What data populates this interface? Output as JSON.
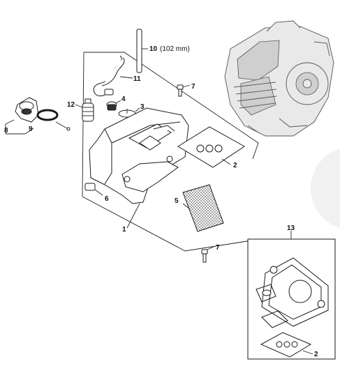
{
  "callouts": {
    "p1": "1",
    "p2": "2",
    "p2b": "2",
    "p3": "3",
    "p4": "4",
    "p5": "5",
    "p6": "6",
    "p7": "7",
    "p7b": "7",
    "p8": "8",
    "p9": "9",
    "p10": "10",
    "p10_note": "(102 mm)",
    "p11": "11",
    "p12": "12",
    "p13": "13"
  }
}
